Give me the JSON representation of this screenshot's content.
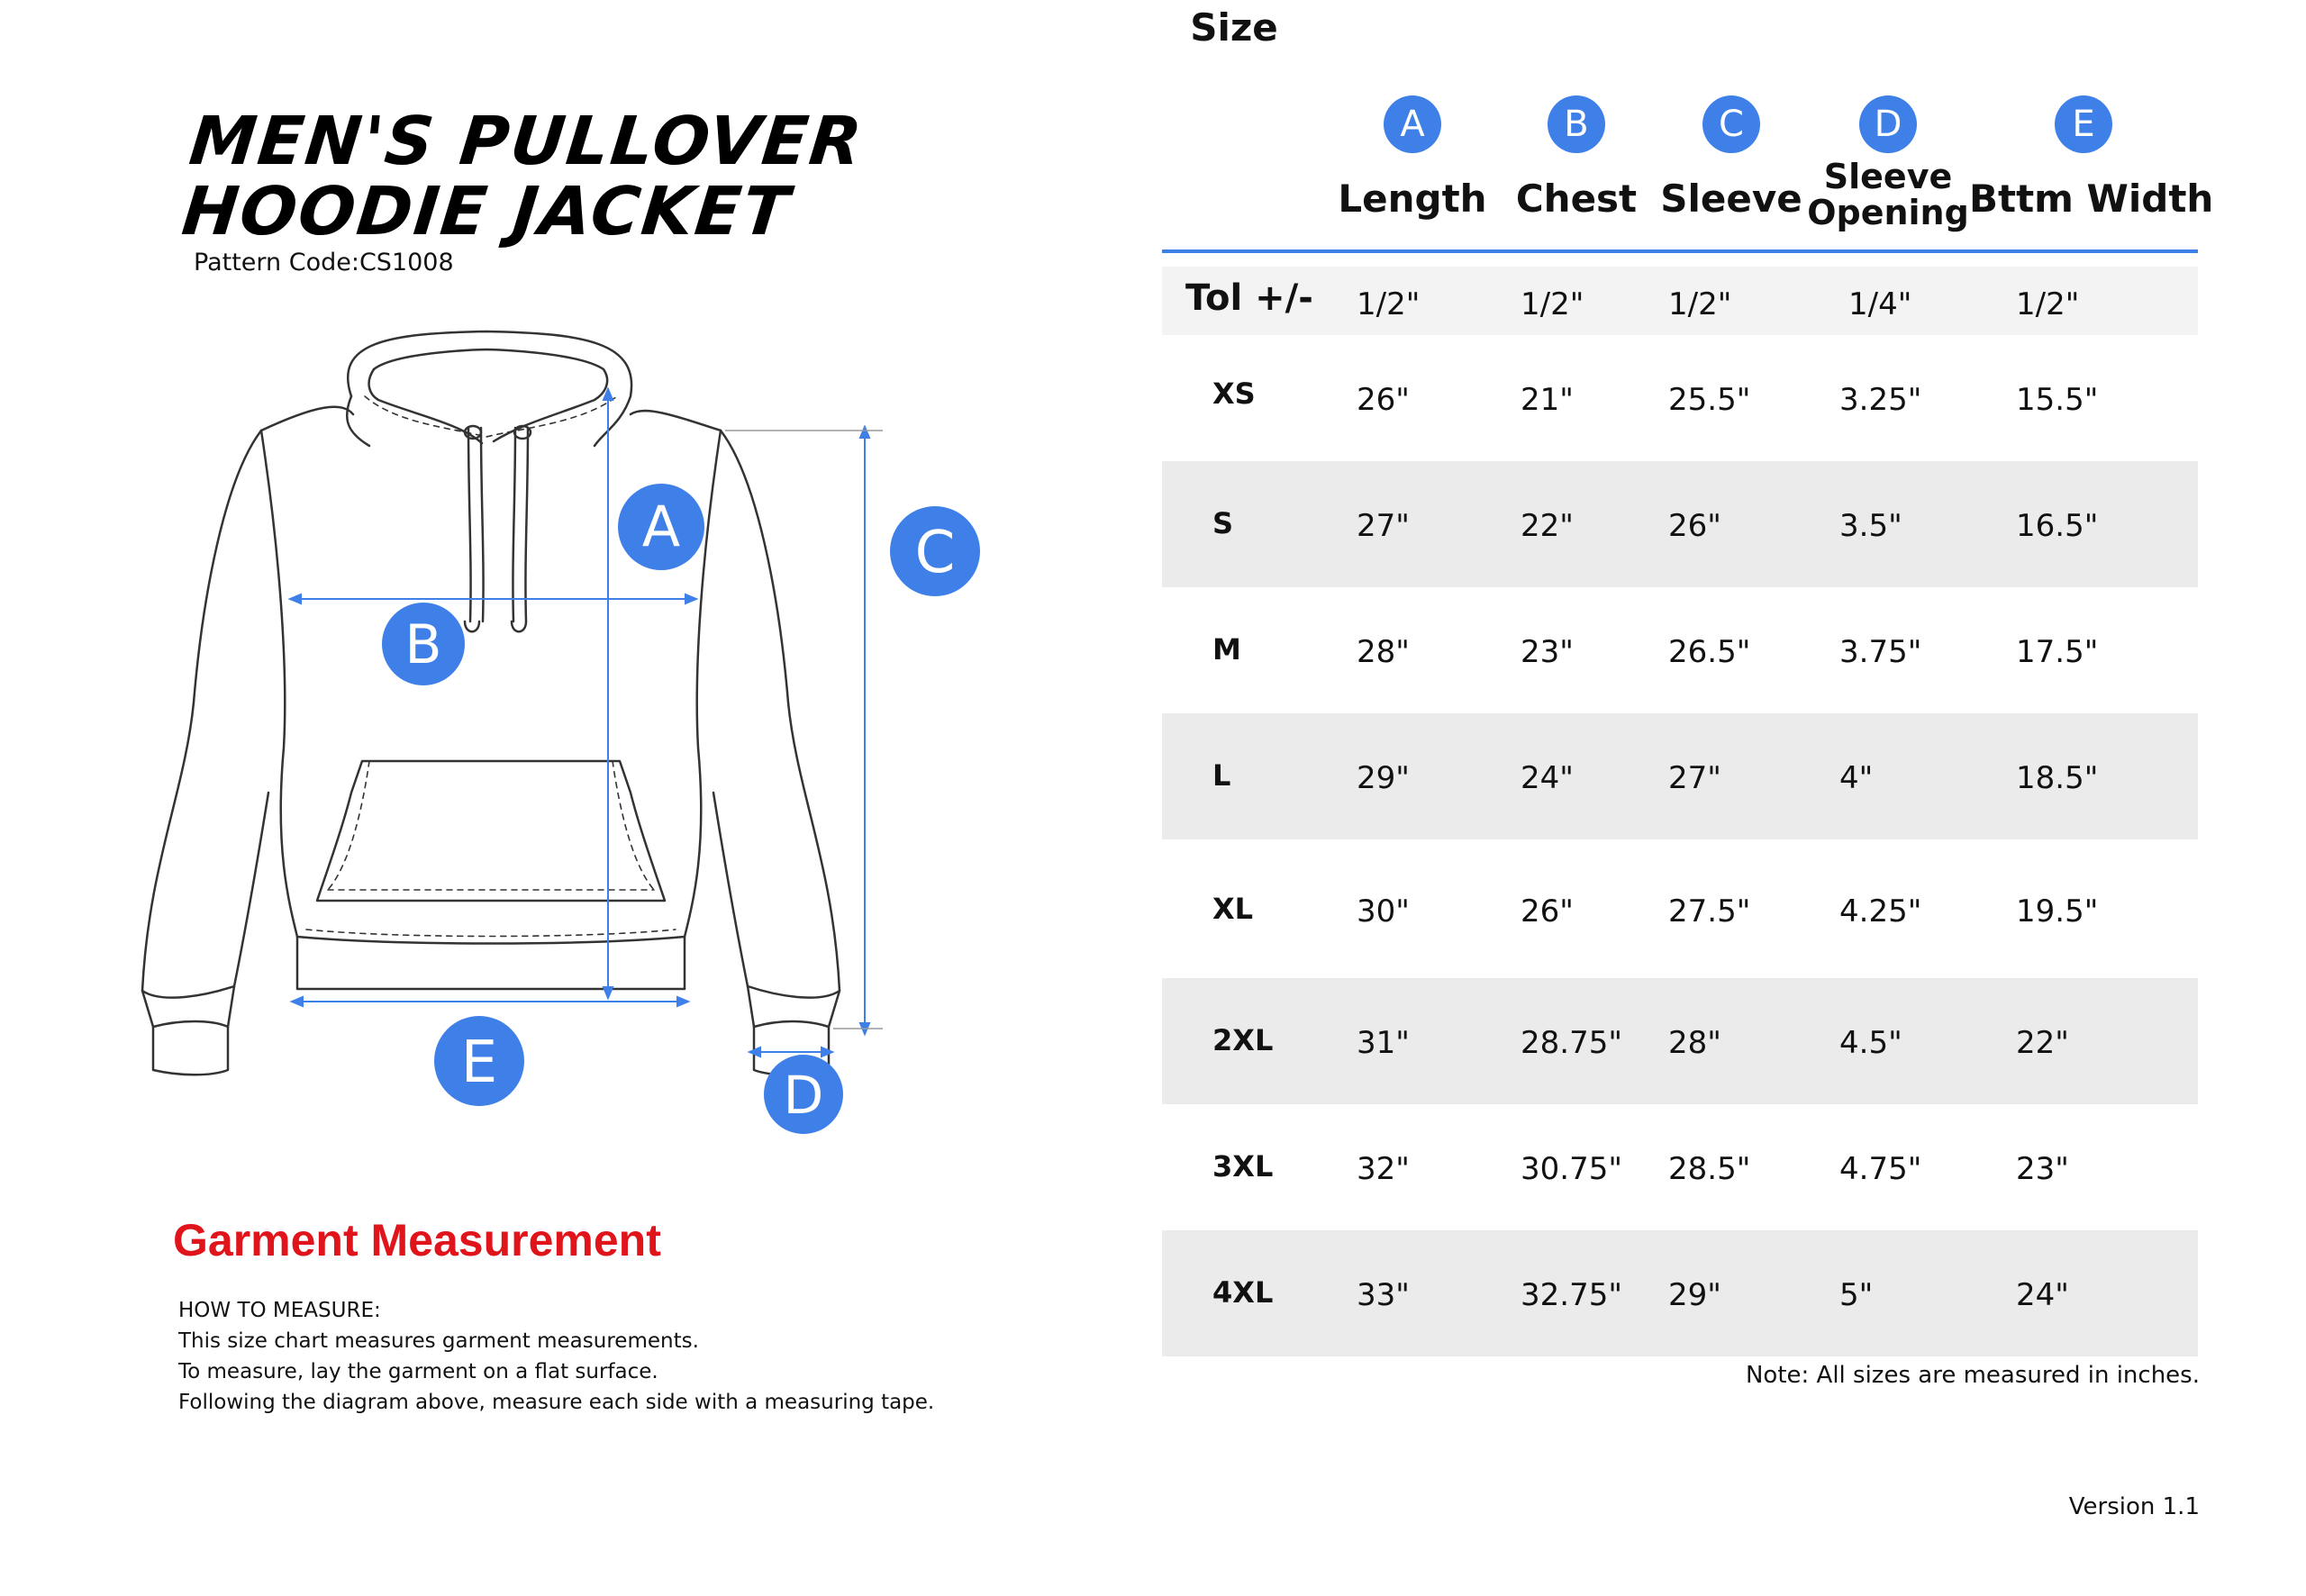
{
  "document": {
    "title_line1": "MEN'S PULLOVER",
    "title_line2": "HOODIE JACKET",
    "pattern_code": "Pattern Code:CS1008",
    "section_title": "Garment Measurement",
    "how_to": [
      "HOW TO MEASURE:",
      "This size chart measures garment measurements.",
      "To measure, lay the garment on a flat surface.",
      "Following the diagram above, measure each side with a measuring tape."
    ],
    "note": "Note: All sizes are measured in inches.",
    "version": "Version 1.1",
    "accent_color": "#3f80e8",
    "section_title_color": "#e0141b"
  },
  "diagram": {
    "labels": [
      "A",
      "B",
      "C",
      "D",
      "E"
    ]
  },
  "table": {
    "size_header": "Size",
    "columns": [
      {
        "letter": "A",
        "label": "Length"
      },
      {
        "letter": "B",
        "label": "Chest"
      },
      {
        "letter": "C",
        "label": "Sleeve"
      },
      {
        "letter": "D",
        "label_line1": "Sleeve",
        "label_line2": "Opening"
      },
      {
        "letter": "E",
        "label": "Bttm Width"
      }
    ],
    "tolerance": {
      "label": "Tol +/-",
      "values": [
        "1/2\"",
        "1/2\"",
        "1/2\"",
        "1/4\"",
        "1/2\""
      ]
    },
    "rows": [
      {
        "size": "XS",
        "values": [
          "26\"",
          "21\"",
          "25.5\"",
          "3.25\"",
          "15.5\""
        ]
      },
      {
        "size": "S",
        "values": [
          "27\"",
          "22\"",
          "26\"",
          "3.5\"",
          "16.5\""
        ]
      },
      {
        "size": "M",
        "values": [
          "28\"",
          "23\"",
          "26.5\"",
          "3.75\"",
          "17.5\""
        ]
      },
      {
        "size": "L",
        "values": [
          "29\"",
          "24\"",
          "27\"",
          "4\"",
          "18.5\""
        ]
      },
      {
        "size": "XL",
        "values": [
          "30\"",
          "26\"",
          "27.5\"",
          "4.25\"",
          "19.5\""
        ]
      },
      {
        "size": "2XL",
        "values": [
          "31\"",
          "28.75\"",
          "28\"",
          "4.5\"",
          "22\""
        ]
      },
      {
        "size": "3XL",
        "values": [
          "32\"",
          "30.75\"",
          "28.5\"",
          "4.75\"",
          "23\""
        ]
      },
      {
        "size": "4XL",
        "values": [
          "33\"",
          "32.75\"",
          "29\"",
          "5\"",
          "24\""
        ]
      }
    ]
  }
}
